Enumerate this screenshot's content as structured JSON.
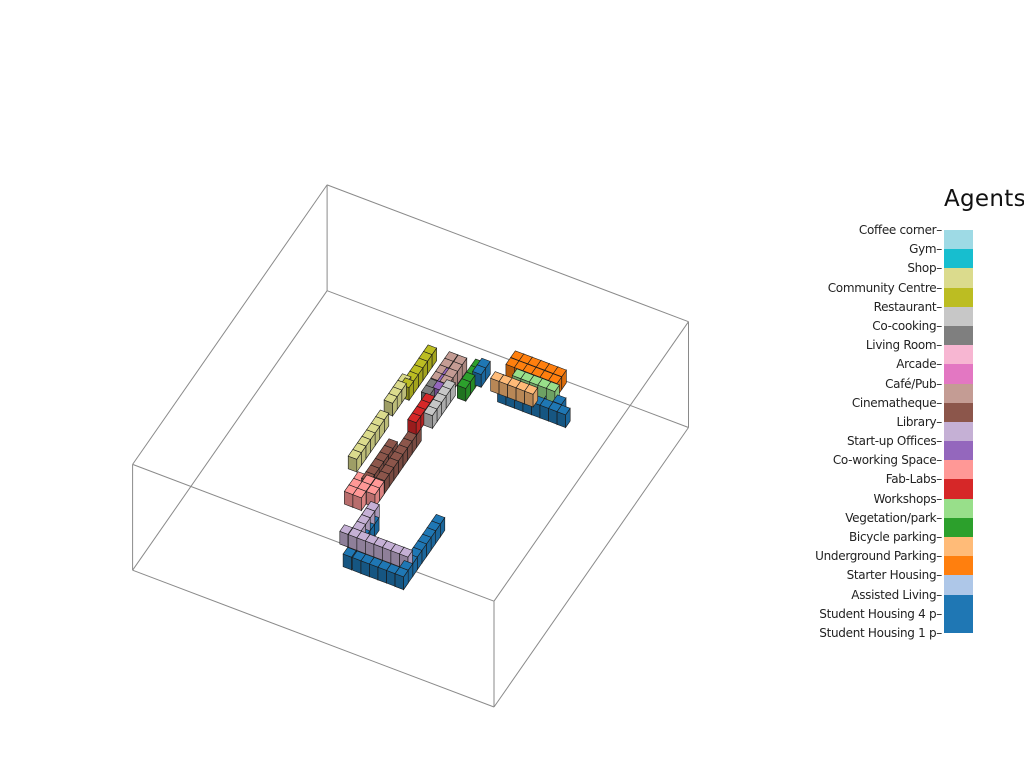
{
  "chart_data": {
    "type": "3d-voxel",
    "title": "",
    "legend": {
      "title": "Agents",
      "placement": "right",
      "entries": [
        {
          "label": "Coffee corner",
          "color": "#9edae5"
        },
        {
          "label": "Gym",
          "color": "#17becf"
        },
        {
          "label": "Shop",
          "color": "#dbdb8d"
        },
        {
          "label": "Community Centre",
          "color": "#bcbd22"
        },
        {
          "label": "Restaurant",
          "color": "#c7c7c7"
        },
        {
          "label": "Co-cooking",
          "color": "#7f7f7f"
        },
        {
          "label": "Living Room",
          "color": "#f7b6d2"
        },
        {
          "label": "Arcade",
          "color": "#e377c2"
        },
        {
          "label": "Café/Pub",
          "color": "#c49c94"
        },
        {
          "label": "Cinematheque",
          "color": "#8c564b"
        },
        {
          "label": "Library",
          "color": "#c5b0d5"
        },
        {
          "label": "Start-up Offices",
          "color": "#9467bd"
        },
        {
          "label": "Co-working Space",
          "color": "#ff9896"
        },
        {
          "label": "Fab-Labs",
          "color": "#d62728"
        },
        {
          "label": "Workshops",
          "color": "#98df8a"
        },
        {
          "label": "Vegetation/park",
          "color": "#2ca02c"
        },
        {
          "label": "Bicycle parking",
          "color": "#ffbb78"
        },
        {
          "label": "Underground Parking",
          "color": "#ff7f0e"
        },
        {
          "label": "Starter Housing",
          "color": "#aec7e8"
        },
        {
          "label": "Assisted Living",
          "color": "#1f77b4"
        },
        {
          "label": "Student Housing 4 p",
          "color": "#1f77b4"
        },
        {
          "label": "Student Housing 1 p",
          "color": ""
        }
      ]
    },
    "bounding_box": true,
    "grid": false
  }
}
